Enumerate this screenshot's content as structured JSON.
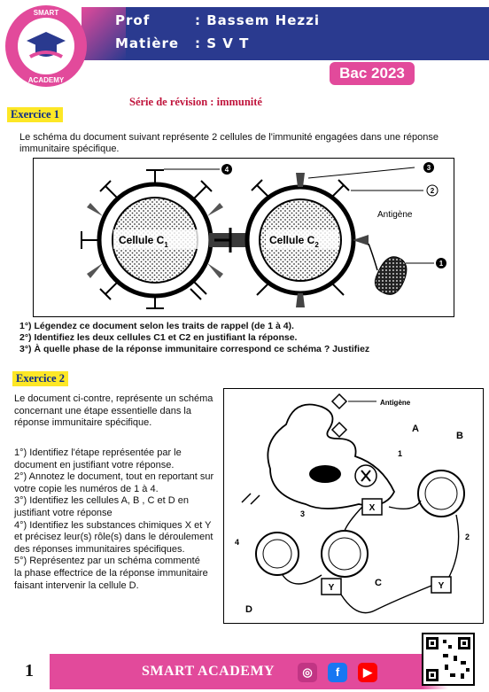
{
  "header": {
    "prof_key": "Prof",
    "prof_value": ": Bassem Hezzi",
    "matiere_key": "Matière",
    "matiere_value": ": S V T",
    "logo_top": "SMART",
    "logo_bottom": "ACADEMY",
    "bac": "Bac 2023"
  },
  "serie": "Série de révision :  immunité",
  "exercice1": {
    "label": "Exercice 1",
    "intro": "Le schéma du document suivant représente 2 cellules de l'immunité engagées dans une réponse immunitaire spécifique.",
    "figure": {
      "cell1": "Cellule C",
      "cell1_sub": "1",
      "cell2": "Cellule C",
      "cell2_sub": "2",
      "antigene": "Antigène",
      "n1": "1",
      "n2": "2",
      "n3": "3",
      "n4": "4"
    },
    "q1": "1°) Légendez ce document selon les traits de rappel (de 1 à 4).",
    "q2": "2°) Identifiez les deux cellules C1 et C2 en justifiant la réponse.",
    "q3": "3°) À quelle phase de la réponse immunitaire correspond ce schéma ? Justifiez"
  },
  "exercice2": {
    "label": "Exercice 2",
    "intro_1": "Le document ci-contre, représente un schéma",
    "intro_2": "concernant une étape essentielle dans la",
    "intro_3": "réponse immunitaire  spécifique.",
    "q1_a": "1°) Identifiez l'étape représentée par le",
    "q1_b": "document en justifiant votre réponse.",
    "q2_a": "2°) Annotez le document, tout en reportant sur",
    "q2_b": "votre copie les numéros de 1 à 4.",
    "q3_a": "3°) Identifiez les cellules A, B , C et D en",
    "q3_b": "justifiant votre réponse",
    "q4_a": "4°) Identifiez les substances chimiques X et Y",
    "q4_b": "et précisez leur(s) rôle(s) dans le déroulement",
    "q4_c": "des réponses immunitaires spécifiques.",
    "q5_a": "5°) Représentez par un schéma commenté",
    "q5_b": "la phase effectrice de la réponse immunitaire",
    "q5_c": "faisant intervenir la cellule D.",
    "figure": {
      "antigene": "Antigène",
      "A": "A",
      "B": "B",
      "C": "C",
      "D": "D",
      "X": "X",
      "Y1": "Y",
      "Y2": "Y",
      "n1": "1",
      "n2": "2",
      "n3": "3",
      "n4": "4"
    }
  },
  "footer": {
    "page": "1",
    "brand": "SMART ACADEMY"
  },
  "icons": {
    "instagram": "instagram-icon",
    "facebook": "facebook-icon",
    "youtube": "youtube-icon",
    "qr": "qr-code-icon"
  },
  "colors": {
    "navy": "#2a3a8f",
    "pink": "#e24a9b",
    "red_title": "#c0143c",
    "label_yellow": "#fde726",
    "label_blue": "#0b2a88"
  }
}
